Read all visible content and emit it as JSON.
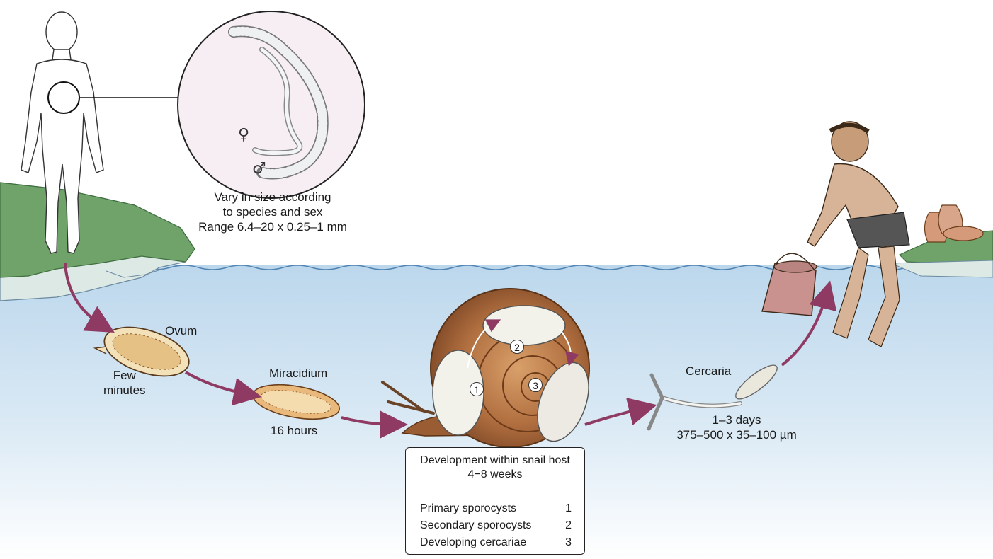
{
  "labels": {
    "size_caption_line1": "Vary in size according",
    "size_caption_line2": "to species and sex",
    "size_caption_line3": "Range 6.4–20 x 0.25–1 mm",
    "female_symbol": "♀",
    "male_symbol": "♂",
    "ovum": "Ovum",
    "few_minutes_line1": "Few",
    "few_minutes_line2": "minutes",
    "miracidium": "Miracidium",
    "sixteen_hours": "16 hours",
    "cercaria": "Cercaria",
    "cercaria_time": "1–3 days",
    "cercaria_size": "375–500 x 35–100 µm"
  },
  "snail_box": {
    "title_line1": "Development within snail host",
    "title_line2": "4−8 weeks",
    "stages": [
      {
        "name": "Primary sporocysts",
        "num": "1"
      },
      {
        "name": "Secondary sporocysts",
        "num": "2"
      },
      {
        "name": "Developing cercariae",
        "num": "3"
      }
    ]
  },
  "colors": {
    "water": "#cfe3f1",
    "grass": "#6fa36a",
    "arrow": "#8f3a63",
    "snail_shell": "#b5764a",
    "skin": "#e9dccf"
  }
}
